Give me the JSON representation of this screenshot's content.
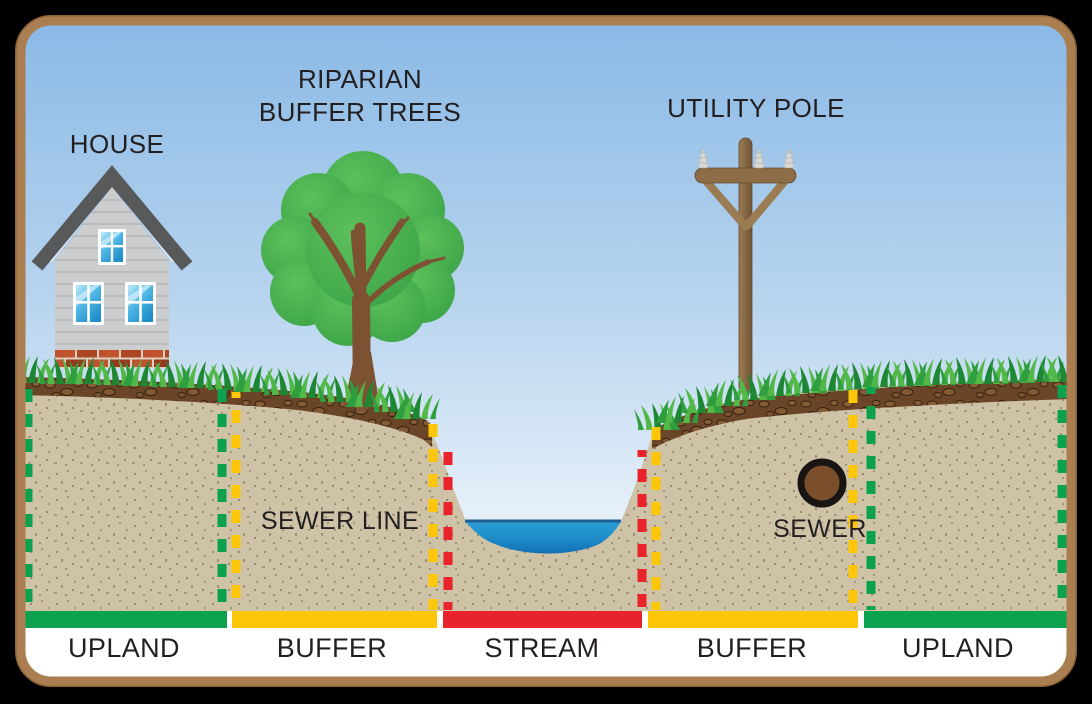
{
  "scene": {
    "labels": {
      "house": "HOUSE",
      "riparian_line1": "RIPARIAN",
      "riparian_line2": "BUFFER TREES",
      "utility_pole": "UTILITY POLE",
      "sewer_line": "SEWER LINE",
      "sewer": "SEWER"
    },
    "zones": [
      {
        "id": "upland-left",
        "label": "UPLAND",
        "color": "#0ba14e"
      },
      {
        "id": "buffer-left",
        "label": "BUFFER",
        "color": "#fdc608"
      },
      {
        "id": "stream",
        "label": "STREAM",
        "color": "#e8232b"
      },
      {
        "id": "buffer-right",
        "label": "BUFFER",
        "color": "#fdc608"
      },
      {
        "id": "upland-right",
        "label": "UPLAND",
        "color": "#0ba14e"
      }
    ],
    "boundary_colors": {
      "upland": "#0ba14e",
      "buffer": "#fdc608",
      "stream": "#e8232b"
    },
    "palette": {
      "frame": "#aa7e51",
      "frame_edge": "#8a6336",
      "sky_top": "#8ab9e6",
      "sky_bottom": "#f8fbfd",
      "soil": "#cec2a7",
      "topsoil": "#6b4527",
      "grass": "#3aa83e",
      "water_light": "#36a7db",
      "water_dark": "#1470b4",
      "sewer_pipe": "#7b4f2b",
      "label_text": "#231f20"
    }
  }
}
